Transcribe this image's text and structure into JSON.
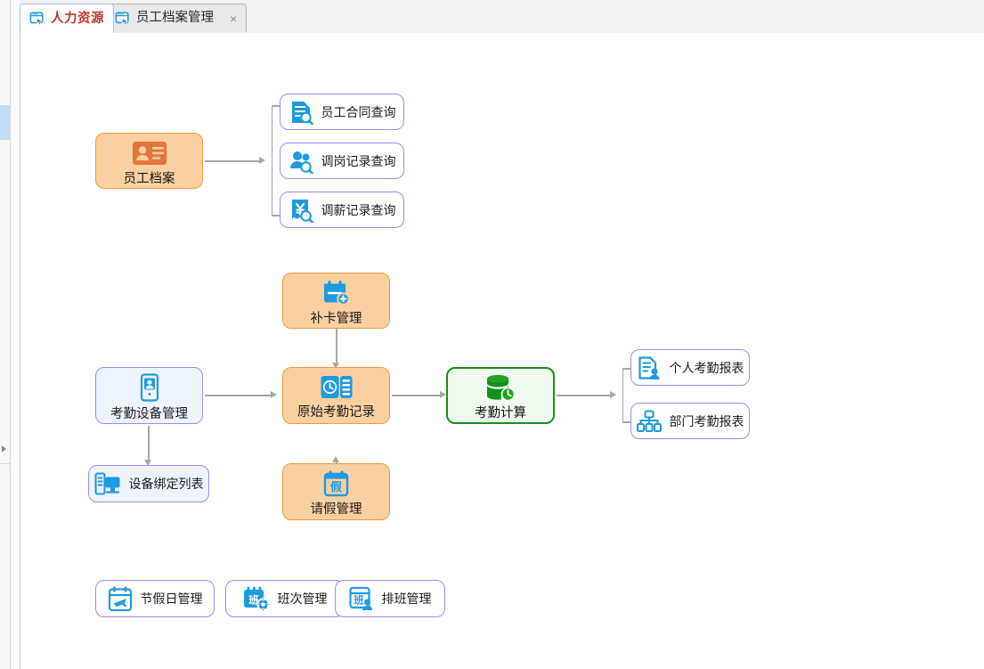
{
  "window": {
    "title": "人力资源",
    "scrollbar": {
      "name": "vertical-scrollbar"
    }
  },
  "tabs": [
    {
      "label": "人力资源",
      "icon": "window-cursor-icon",
      "active": true,
      "closable": false
    },
    {
      "label": "员工档案管理",
      "icon": "window-cursor-icon",
      "active": false,
      "closable": true,
      "close_glyph": "×"
    }
  ],
  "colors": {
    "accent_orange": "#ef9a3f",
    "orange_fill": "#fbd0a0",
    "accent_purple": "#9b8cf0",
    "blue_fill": "#eef4fe",
    "accent_green": "#18901b",
    "green_fill": "#f0fbf0",
    "icon_blue": "#1e9ae0",
    "connector_gray": "#a6a6a6",
    "active_tab_text": "#c0392b"
  },
  "diagram": {
    "name": "hr-module-flowchart",
    "nodes": [
      {
        "id": "employee-archive",
        "label": "员工档案",
        "icon": "id-card-icon",
        "style": "orange",
        "shape": "big"
      },
      {
        "id": "employee-contract-query",
        "label": "员工合同查询",
        "icon": "document-search-icon",
        "style": "white",
        "shape": "inline"
      },
      {
        "id": "transfer-record-query",
        "label": "调岗记录查询",
        "icon": "people-search-icon",
        "style": "white",
        "shape": "inline"
      },
      {
        "id": "salary-record-query",
        "label": "调薪记录查询",
        "icon": "yuan-search-icon",
        "style": "white",
        "shape": "inline"
      },
      {
        "id": "makeup-card-mgmt",
        "label": "补卡管理",
        "icon": "calendar-plus-icon",
        "style": "orange",
        "shape": "big"
      },
      {
        "id": "attendance-device-mgmt",
        "label": "考勤设备管理",
        "icon": "face-terminal-icon",
        "style": "blue",
        "shape": "big"
      },
      {
        "id": "raw-attendance-record",
        "label": "原始考勤记录",
        "icon": "clock-list-icon",
        "style": "orange",
        "shape": "big"
      },
      {
        "id": "attendance-calculation",
        "label": "考勤计算",
        "icon": "database-clock-icon",
        "style": "green",
        "shape": "big"
      },
      {
        "id": "device-binding-list",
        "label": "设备绑定列表",
        "icon": "device-monitor-icon",
        "style": "blue",
        "shape": "inline"
      },
      {
        "id": "leave-mgmt",
        "label": "请假管理",
        "icon": "calendar-leave-icon",
        "style": "orange",
        "shape": "big"
      },
      {
        "id": "personal-attendance-report",
        "label": "个人考勤报表",
        "icon": "report-person-icon",
        "style": "white",
        "shape": "inline"
      },
      {
        "id": "department-attendance-report",
        "label": "部门考勤报表",
        "icon": "org-chart-icon",
        "style": "white",
        "shape": "inline"
      },
      {
        "id": "holiday-mgmt",
        "label": "节假日管理",
        "icon": "calendar-plane-icon",
        "style": "white",
        "shape": "inline"
      },
      {
        "id": "shift-mgmt",
        "label": "班次管理",
        "icon": "calendar-gear-icon",
        "style": "white",
        "shape": "inline"
      },
      {
        "id": "schedule-mgmt",
        "label": "排班管理",
        "icon": "calendar-person-icon",
        "style": "white",
        "shape": "inline"
      }
    ],
    "edges": [
      {
        "from": "employee-archive",
        "to": "employee-contract-query",
        "type": "arrow-bracket"
      },
      {
        "from": "employee-archive",
        "to": "transfer-record-query",
        "type": "arrow-bracket"
      },
      {
        "from": "employee-archive",
        "to": "salary-record-query",
        "type": "arrow-bracket"
      },
      {
        "from": "makeup-card-mgmt",
        "to": "raw-attendance-record",
        "type": "arrow-down"
      },
      {
        "from": "leave-mgmt",
        "to": "raw-attendance-record",
        "type": "arrow-up"
      },
      {
        "from": "attendance-device-mgmt",
        "to": "raw-attendance-record",
        "type": "arrow-right"
      },
      {
        "from": "attendance-device-mgmt",
        "to": "device-binding-list",
        "type": "arrow-down"
      },
      {
        "from": "raw-attendance-record",
        "to": "attendance-calculation",
        "type": "arrow-right"
      },
      {
        "from": "attendance-calculation",
        "to": "personal-attendance-report",
        "type": "arrow-bracket"
      },
      {
        "from": "attendance-calculation",
        "to": "department-attendance-report",
        "type": "arrow-bracket"
      }
    ]
  }
}
